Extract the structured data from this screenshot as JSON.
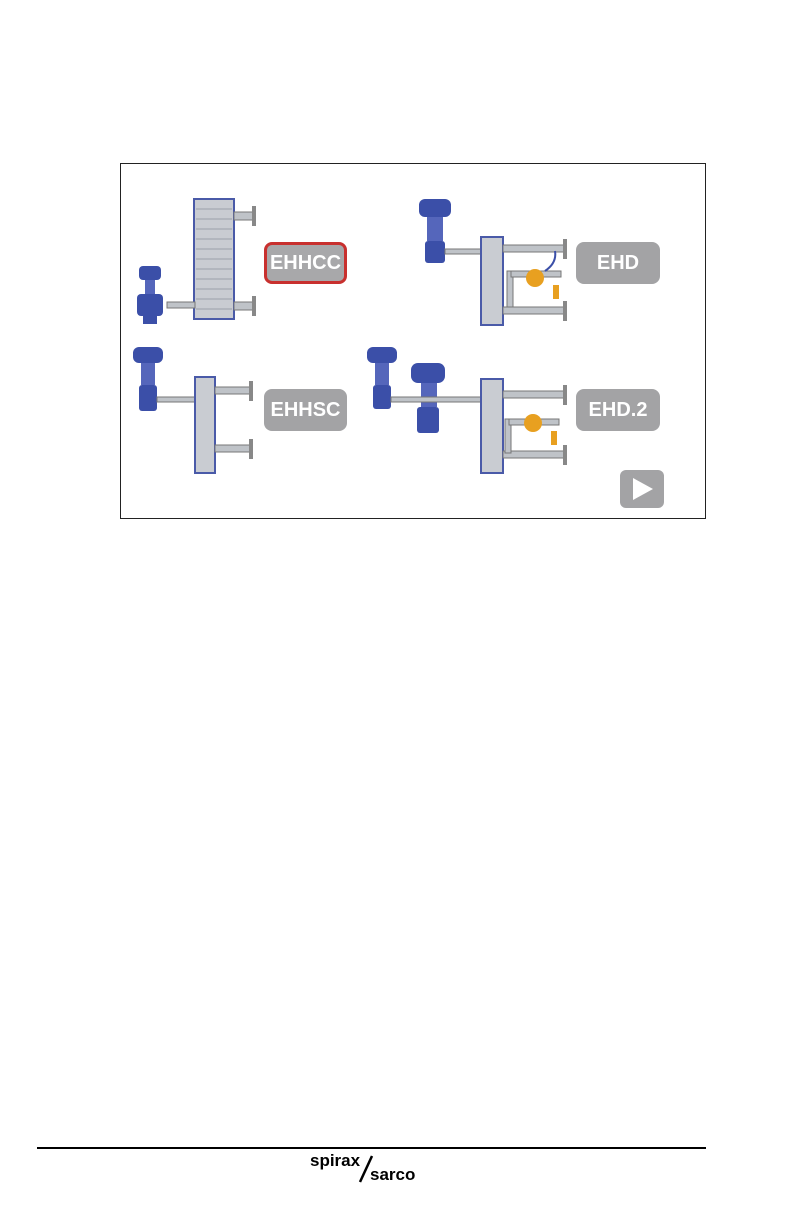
{
  "screen": {
    "buttons": [
      {
        "id": "ehhcc",
        "label": "EHHCC",
        "active": true
      },
      {
        "id": "ehd",
        "label": "EHD",
        "active": false
      },
      {
        "id": "ehhsc",
        "label": "EHHSC",
        "active": false
      },
      {
        "id": "ehd2",
        "label": "EHD.2",
        "active": false
      }
    ],
    "next_icon": "play-triangle-icon"
  },
  "footer": {
    "logo_top": "spirax",
    "logo_bottom": "sarco"
  },
  "colors": {
    "button_grey": "#a3a3a5",
    "active_border": "#c8302e",
    "valve_blue": "#3b4fa8",
    "pump_orange": "#e8a020",
    "pipe_grey": "#bfc3c8"
  }
}
